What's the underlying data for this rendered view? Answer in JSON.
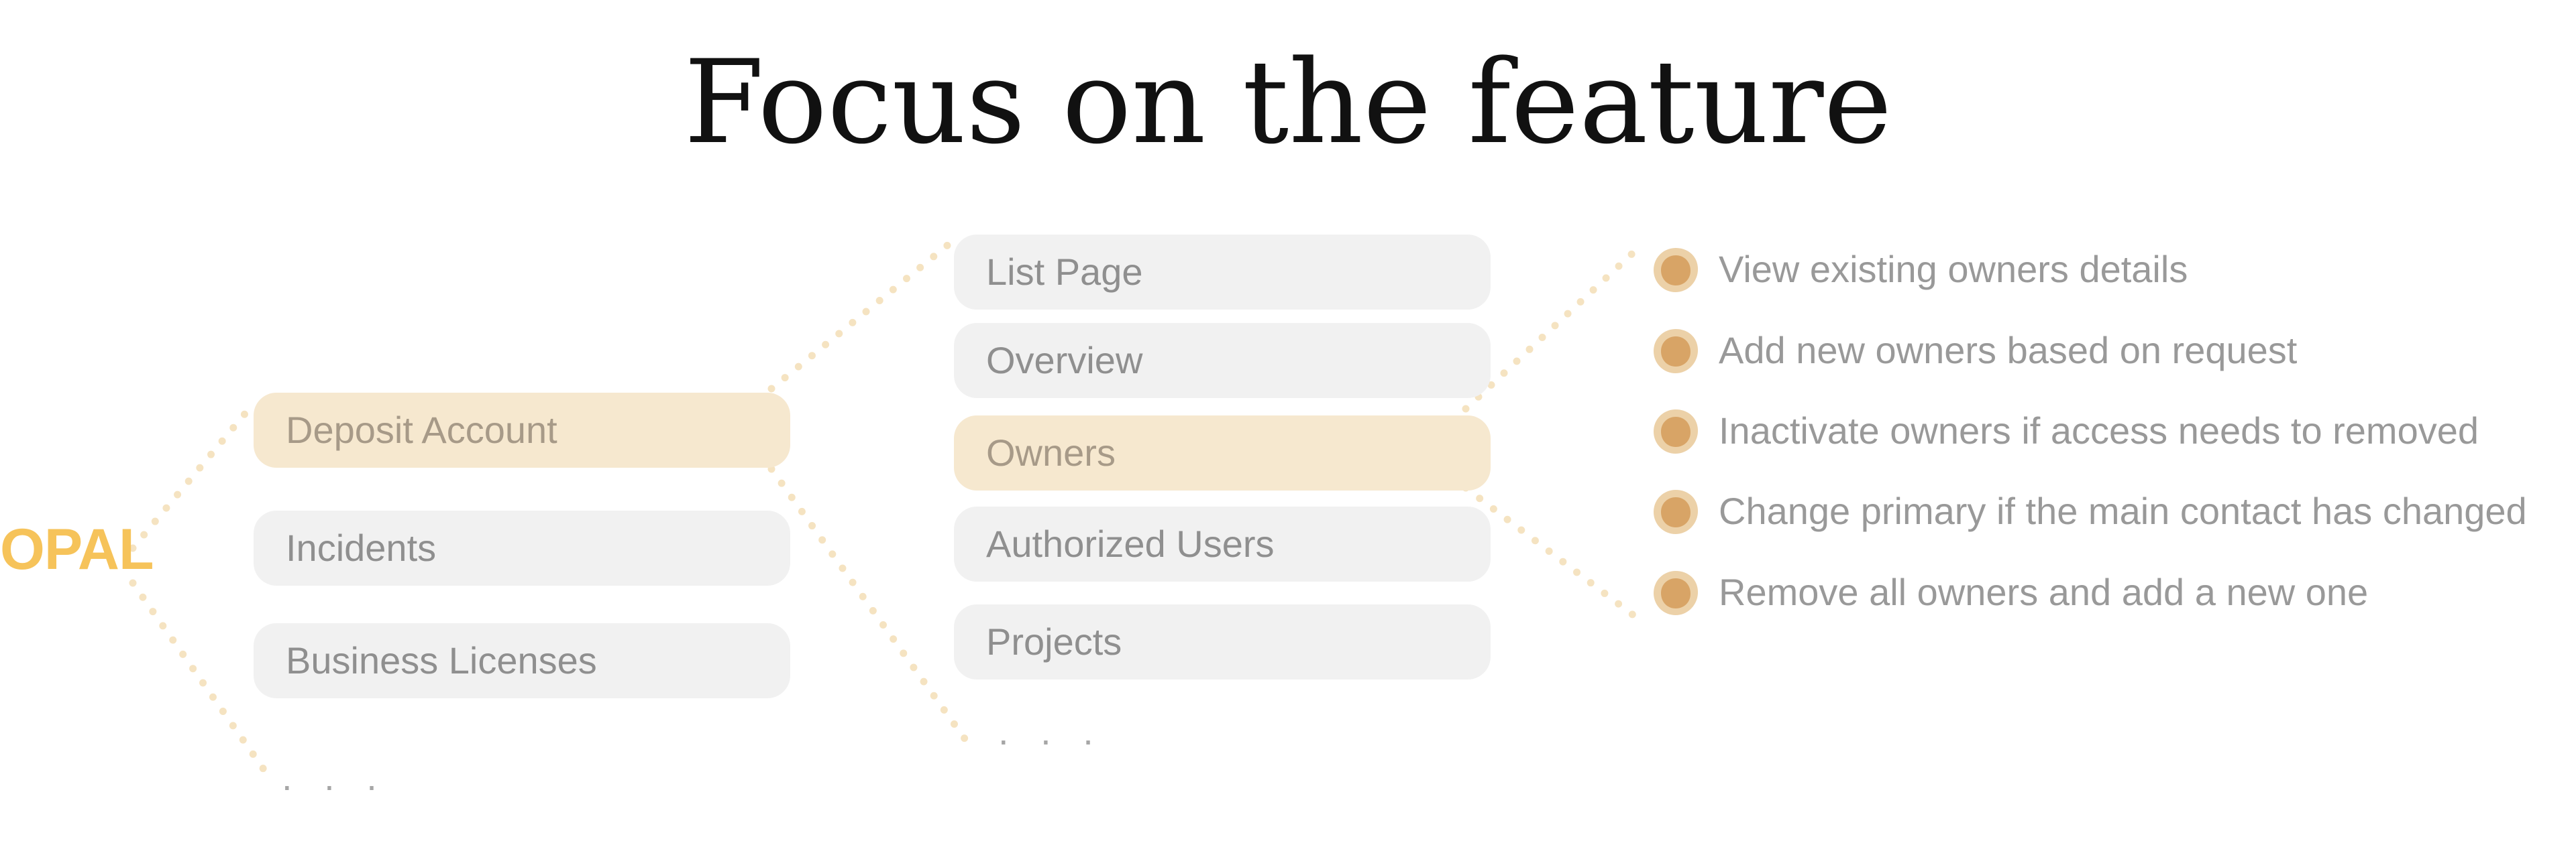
{
  "title": "Focus on the feature",
  "root_label": "OPAL",
  "colors": {
    "accent": "#f6c35a",
    "connector": "#f5e3c1",
    "pill_bg": "#f1f1f1",
    "pill_highlight_bg": "#f6e8cf",
    "bullet": "#d8a466"
  },
  "level1": {
    "items": [
      {
        "label": "Deposit Account"
      },
      {
        "label": "Incidents"
      },
      {
        "label": "Business Licenses"
      }
    ],
    "more": ". . ."
  },
  "level2": {
    "items": [
      {
        "label": "List Page"
      },
      {
        "label": "Overview"
      },
      {
        "label": "Owners"
      },
      {
        "label": "Authorized Users"
      },
      {
        "label": "Projects"
      }
    ],
    "more": ". . ."
  },
  "features": {
    "items": [
      {
        "text": "View existing owners details"
      },
      {
        "text": "Add new owners based on request"
      },
      {
        "text": "Inactivate owners if access needs to removed"
      },
      {
        "text": "Change primary if the main contact has changed"
      },
      {
        "text": "Remove all owners and add a new one"
      }
    ]
  }
}
